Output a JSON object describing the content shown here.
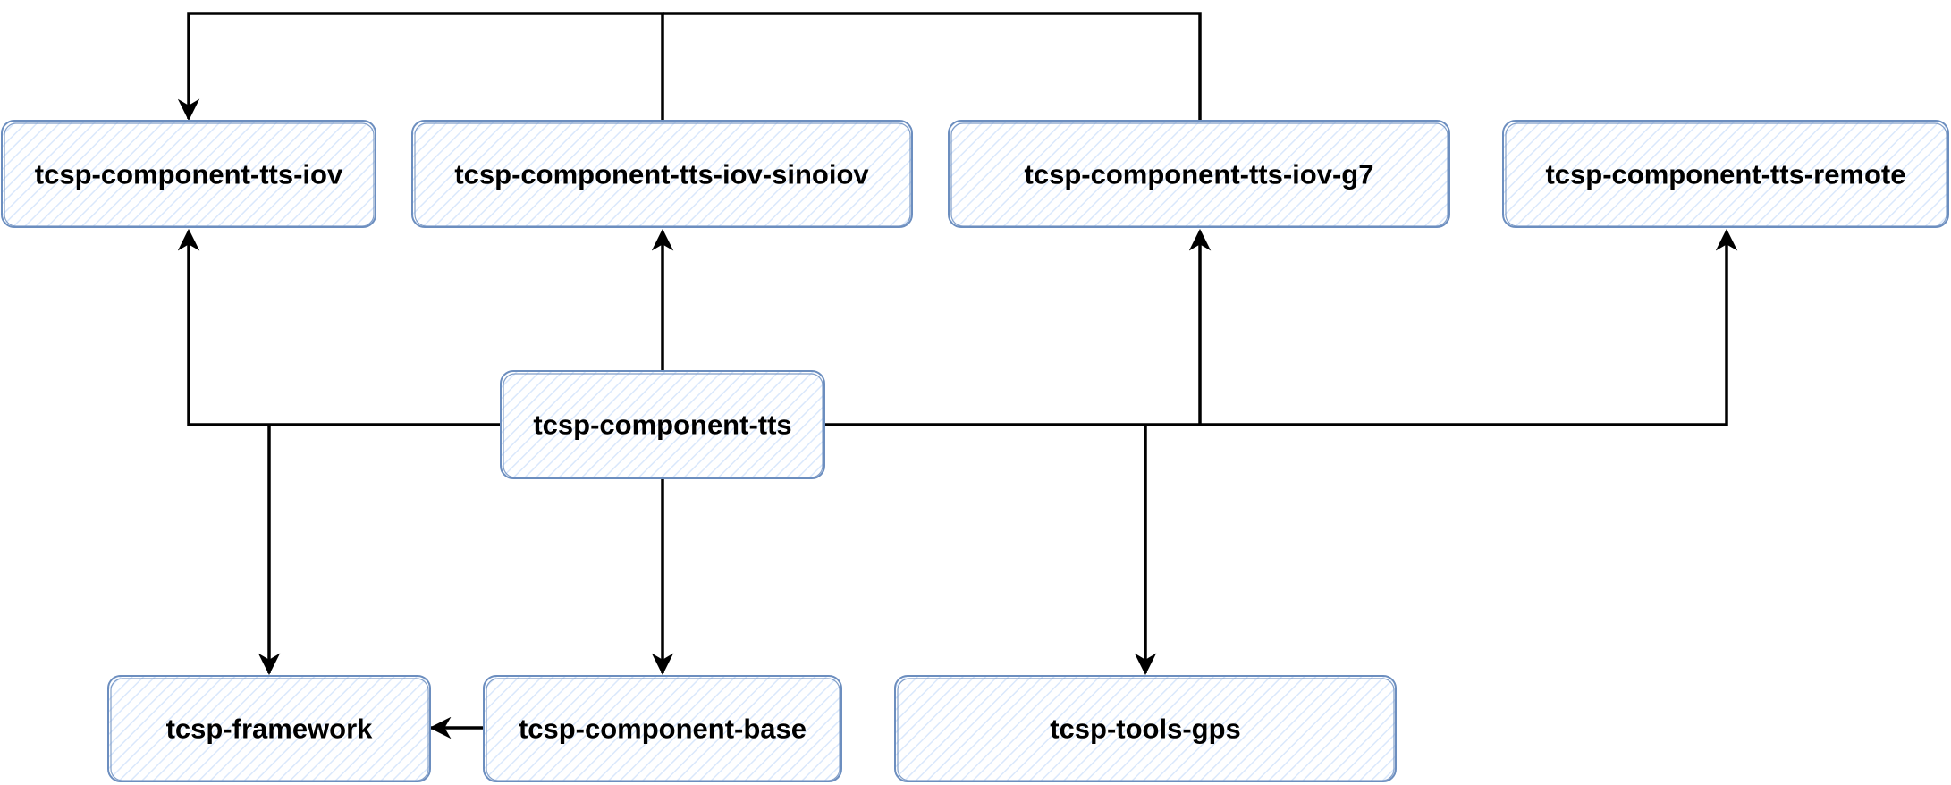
{
  "nodes": {
    "tts_iov": {
      "label": "tcsp-component-tts-iov"
    },
    "tts_iov_sinoiov": {
      "label": "tcsp-component-tts-iov-sinoiov"
    },
    "tts_iov_g7": {
      "label": "tcsp-component-tts-iov-g7"
    },
    "tts_remote": {
      "label": "tcsp-component-tts-remote"
    },
    "tts": {
      "label": "tcsp-component-tts"
    },
    "framework": {
      "label": "tcsp-framework"
    },
    "component_base": {
      "label": "tcsp-component-base"
    },
    "tools_gps": {
      "label": "tcsp-tools-gps"
    }
  },
  "edges": [
    {
      "from": "tts",
      "to": "tts_iov"
    },
    {
      "from": "tts",
      "to": "tts_iov_sinoiov"
    },
    {
      "from": "tts",
      "to": "tts_iov_g7"
    },
    {
      "from": "tts",
      "to": "tts_remote"
    },
    {
      "from": "tts",
      "to": "framework"
    },
    {
      "from": "tts",
      "to": "component_base"
    },
    {
      "from": "tts",
      "to": "tools_gps"
    },
    {
      "from": "component_base",
      "to": "framework"
    },
    {
      "from": "tts_iov_sinoiov",
      "to": "tts_iov"
    },
    {
      "from": "tts_iov_g7",
      "to": "tts_iov"
    }
  ],
  "style": {
    "box_stroke": "#6c8ebf",
    "box_hatch": "#dae8fc",
    "edge_color": "#000000"
  }
}
